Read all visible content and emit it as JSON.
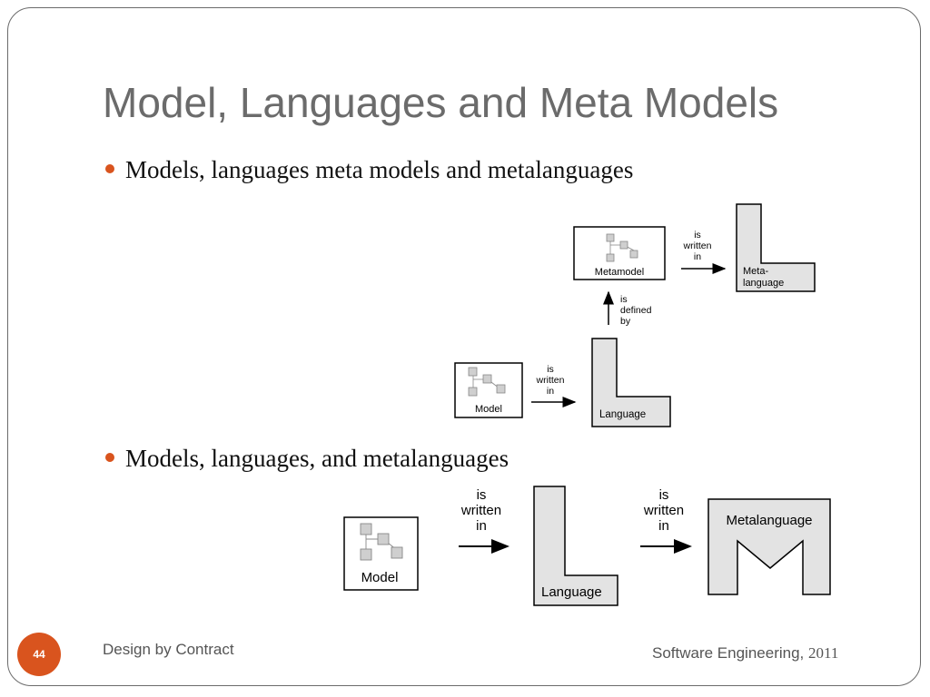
{
  "slide": {
    "title": "Model, Languages and Meta Models",
    "bullets": [
      "Models, languages meta models and metalanguages",
      "Models, languages, and metalanguages"
    ],
    "footer_left": "Design by Contract",
    "footer_right_text": "Software Engineering,",
    "footer_right_year": "2011",
    "page_number": "44",
    "accent_color": "#d9541e"
  },
  "diagram1": {
    "metamodel_label": "Metamodel",
    "metalanguage_label_line1": "Meta-",
    "metalanguage_label_line2": "language",
    "model_label": "Model",
    "language_label": "Language",
    "written_in_top": [
      "is",
      "written",
      "in"
    ],
    "defined_by": [
      "is",
      "defined",
      "by"
    ],
    "written_in_bottom": [
      "is",
      "written",
      "in"
    ]
  },
  "diagram2": {
    "model_label": "Model",
    "language_label": "Language",
    "metalanguage_label": "Metalanguage",
    "written_in_left": [
      "is",
      "written",
      "in"
    ],
    "written_in_right": [
      "is",
      "written",
      "in"
    ]
  }
}
